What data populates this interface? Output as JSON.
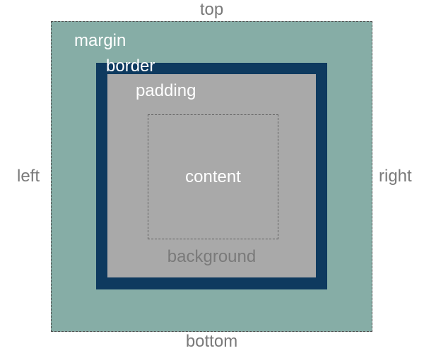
{
  "diagram": {
    "type": "css-box-model",
    "position_labels": {
      "top": "top",
      "bottom": "bottom",
      "left": "left",
      "right": "right"
    },
    "layers": {
      "margin": {
        "label": "margin",
        "bg": "#86ada6"
      },
      "border": {
        "label": "border",
        "bg": "#0e3a5f"
      },
      "padding": {
        "label": "padding",
        "bg": "#a9a9a9"
      },
      "content": {
        "label": "content"
      },
      "background": {
        "label": "background"
      }
    },
    "colors": {
      "canvas_bg": "#ffffff",
      "inner_label_text": "#ffffff",
      "outer_label_text": "#7a7a7a",
      "outer_dashed_outline": "#4d4d4d",
      "content_dashed_outline": "#606060"
    }
  }
}
